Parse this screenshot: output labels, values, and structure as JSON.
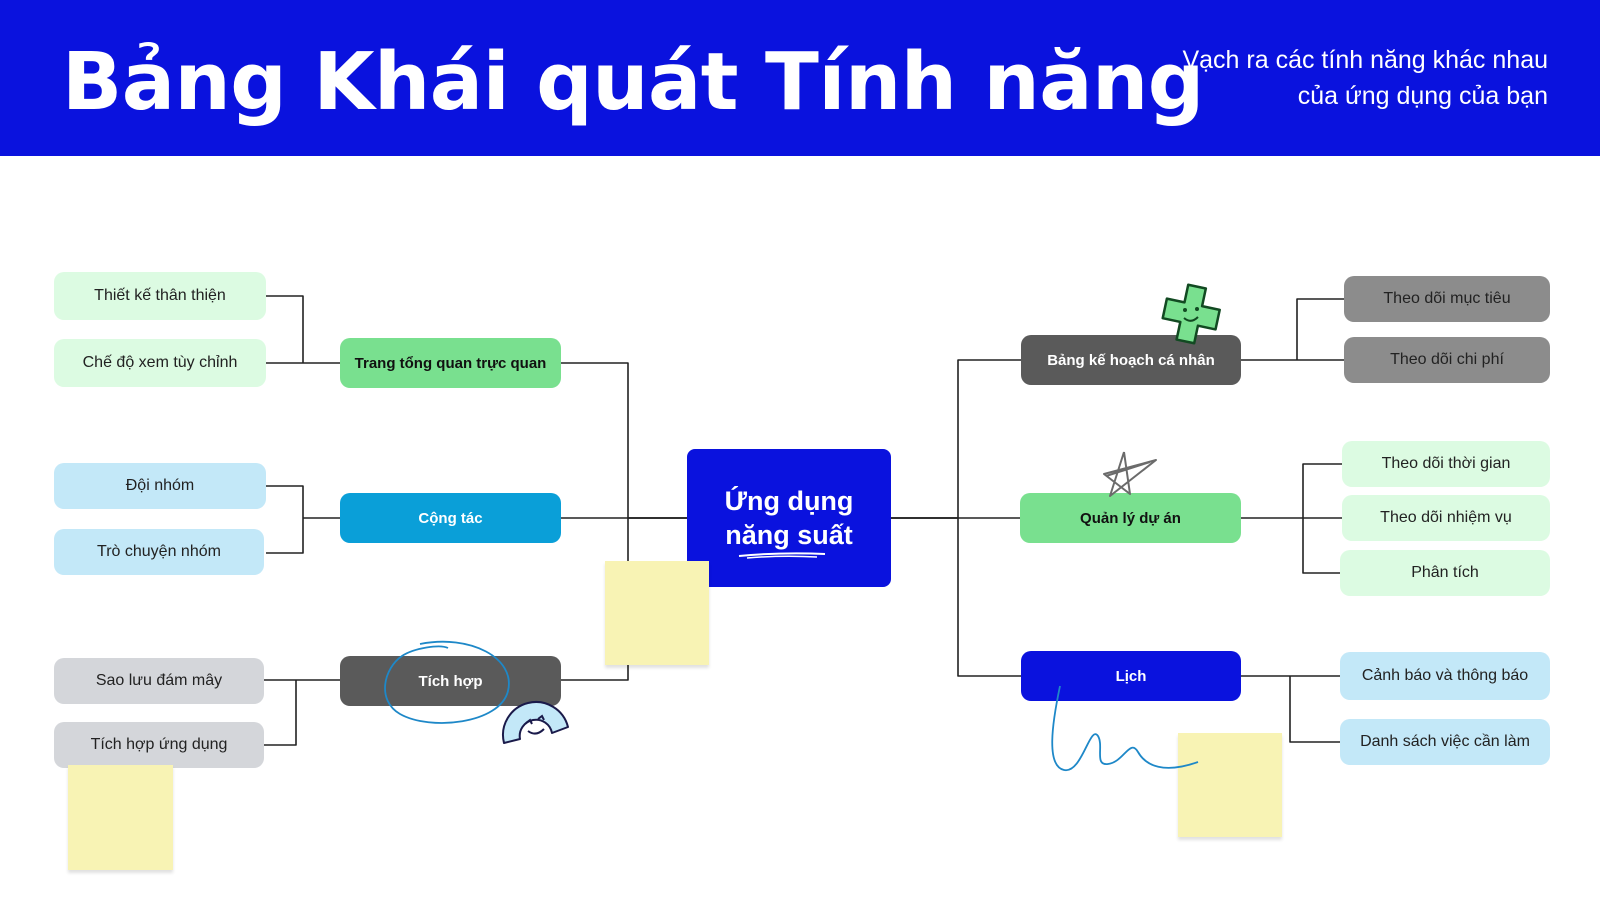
{
  "header": {
    "title": "Bảng Khái quát Tính năng",
    "subtitle_line1": "Vạch ra các tính năng khác nhau",
    "subtitle_line2": "của ứng dụng của bạn"
  },
  "hub": {
    "line1": "Ứng dụng",
    "line2": "năng suất"
  },
  "left": {
    "dashboard": {
      "label": "Trang tổng quan trực quan",
      "children": [
        "Thiết kế thân thiện",
        "Chế độ xem tùy chỉnh"
      ]
    },
    "collab": {
      "label": "Cộng tác",
      "children": [
        "Đội nhóm",
        "Trò chuyện nhóm"
      ]
    },
    "integration": {
      "label": "Tích hợp",
      "children": [
        "Sao lưu đám mây",
        "Tích hợp ứng dụng"
      ]
    }
  },
  "right": {
    "planner": {
      "label": "Bảng kế hoạch cá nhân",
      "children": [
        "Theo dõi mục tiêu",
        "Theo dõi chi phí"
      ]
    },
    "project": {
      "label": "Quản lý dự án",
      "children": [
        "Theo dõi thời gian",
        "Theo dõi nhiệm vụ",
        "Phân tích"
      ]
    },
    "calendar": {
      "label": "Lịch",
      "children": [
        "Cảnh báo và thông báo",
        "Danh sách việc cần làm"
      ]
    }
  },
  "colors": {
    "header_blue": "#0a12de",
    "green": "#79e08f",
    "light_green": "#dcfbe2",
    "teal": "#0a9fd8",
    "light_blue": "#c3e8f8",
    "dark_gray": "#5a5a5a",
    "gray": "#8c8c8c",
    "light_gray": "#d4d6da",
    "sticky_yellow": "#f8f3b4"
  }
}
